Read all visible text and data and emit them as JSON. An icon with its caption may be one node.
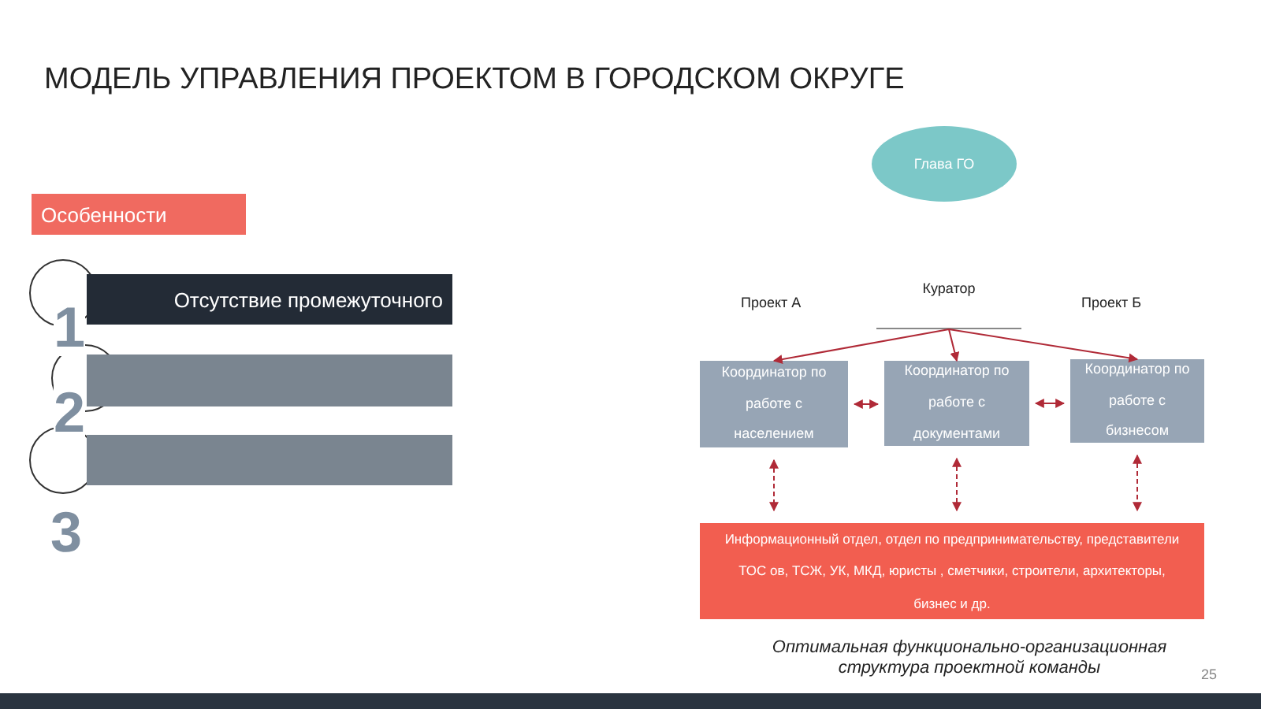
{
  "diagram": {
    "title": "МОДЕЛЬ УПРАВЛЕНИЯ ПРОЕКТОМ В ГОРОДСКОМ ОКРУГЕ",
    "caption": "Оптимальная функционально-организационная структура проектной команды",
    "nodes": [
      {
        "text": [
          "Особенности"
        ]
      },
      {
        "text": [
          "Отсутствие промежуточного"
        ]
      },
      {
        "text": [],
        "shape": "bar"
      },
      {
        "text": [],
        "shape": "bar"
      },
      {
        "text": [
          "Глава ГО"
        ]
      },
      {
        "text": [
          "Куратор"
        ]
      },
      {
        "text": [
          "Координатор по работе с населением"
        ]
      },
      {
        "text": [
          "Координатор по работе с документами"
        ]
      },
      {
        "text": [
          "Координатор по работе с бизнесом"
        ]
      },
      {
        "text": [
          "Информационный отдел, отдел по предпринимательству, представители ТОС ов, ТСЖ, УК, МКД, юристы , сметчики, строители, архитекторы, бизнес и др."
        ]
      }
    ],
    "edges": [
      {
        "from": 5,
        "to": 6,
        "arrow": "to"
      },
      {
        "from": 5,
        "to": 7,
        "arrow": "to"
      },
      {
        "from": 5,
        "to": 8,
        "arrow": "to"
      },
      {
        "from": 6,
        "to": 7,
        "arrow": "both"
      },
      {
        "from": 7,
        "to": 8,
        "arrow": "both"
      },
      {
        "from": 6,
        "to": 9,
        "arrow": "both",
        "style": "dashed"
      },
      {
        "from": 7,
        "to": 9,
        "arrow": "both",
        "style": "dashed"
      },
      {
        "from": 8,
        "to": 9,
        "arrow": "both",
        "style": "dashed"
      }
    ],
    "labels": [
      "Проект А",
      "Проект Б",
      "1",
      "2",
      "3",
      "25"
    ]
  }
}
